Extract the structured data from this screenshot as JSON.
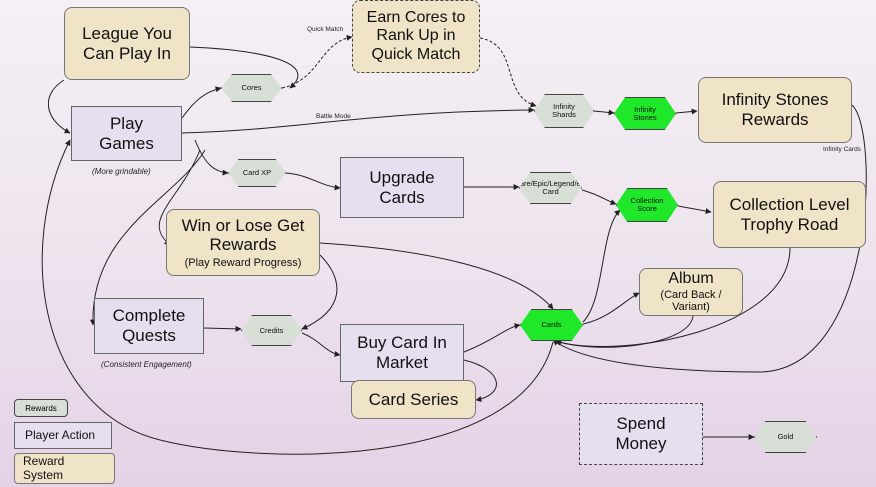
{
  "nodes": {
    "league": {
      "title": "League You Can Play In"
    },
    "earn_cores": {
      "title": "Earn Cores to Rank Up in Quick Match"
    },
    "play_games": {
      "title": "Play Games",
      "note": "(More grindable)"
    },
    "upgrade_cards": {
      "title": "Upgrade Cards"
    },
    "win_lose": {
      "title": "Win or Lose Get Rewards",
      "subtitle": "(Play Reward Progress)"
    },
    "complete_quests": {
      "title": "Complete Quests",
      "note": "(Consistent Engagement)"
    },
    "buy_card": {
      "title": "Buy Card In Market"
    },
    "card_series": {
      "title": "Card Series"
    },
    "infinity_rewards": {
      "title": "Infinity Stones Rewards"
    },
    "collection_level": {
      "title": "Collection Level Trophy Road"
    },
    "album": {
      "title": "Album",
      "subtitle": "(Card Back / Variant)"
    },
    "spend_money": {
      "title": "Spend Money"
    }
  },
  "tokens": {
    "cores": "Cores",
    "infinity_shards": "Infinity Shards",
    "infinity_stones": "Infinity Stones",
    "card_xp": "Card XP",
    "rare_card": "Rare/Epic/Legend/etc Card",
    "collection_score": "Collection Score",
    "credits": "Credits",
    "cards": "Cards",
    "gold": "Gold"
  },
  "edge_labels": {
    "quick_match": "Quick Match",
    "battle_mode": "Battle Mode",
    "infinity_cards": "Infinity Cards"
  },
  "legend": {
    "rewards": "Rewards",
    "player_action": "Player Action",
    "reward_system": "Reward System"
  },
  "colors": {
    "player_action": "#e6dff0",
    "reward_system": "#efe3c8",
    "token": "#d7dfd6",
    "highlight_token": "#1fe82a"
  }
}
